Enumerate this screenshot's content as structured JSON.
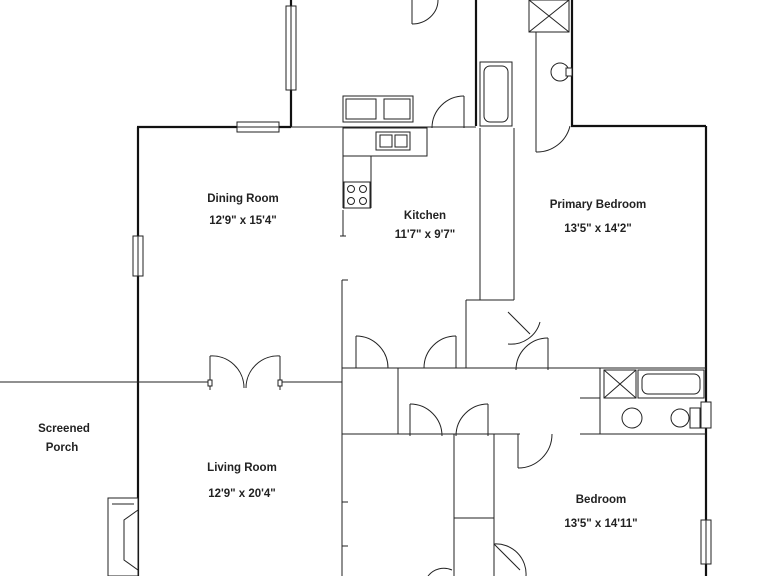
{
  "rooms": {
    "dining": {
      "name": "Dining Room",
      "dims": "12'9\" x 15'4\""
    },
    "kitchen": {
      "name": "Kitchen",
      "dims": "11'7\" x 9'7\""
    },
    "primary_bedroom": {
      "name": "Primary Bedroom",
      "dims": "13'5\" x 14'2\""
    },
    "porch": {
      "line1": "Screened",
      "line2": "Porch"
    },
    "living": {
      "name": "Living Room",
      "dims": "12'9\" x 20'4\""
    },
    "bedroom": {
      "name": "Bedroom",
      "dims": "13'5\" x 14'11\""
    }
  }
}
